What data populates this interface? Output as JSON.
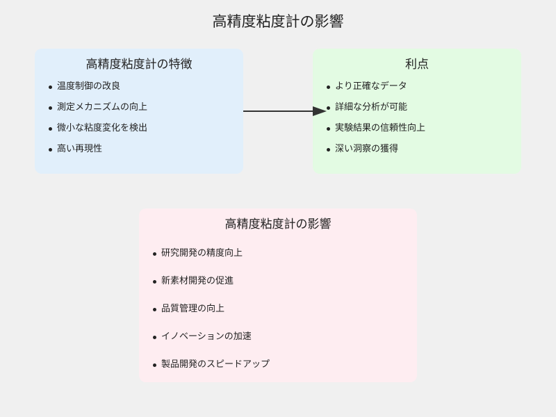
{
  "title": "高精度粘度計の影響",
  "features": {
    "title": "高精度粘度計の特徴",
    "items": [
      "温度制御の改良",
      "測定メカニズムの向上",
      "微小な粘度変化を検出",
      "高い再現性"
    ],
    "color": "#e1effb"
  },
  "benefits": {
    "title": "利点",
    "items": [
      "より正確なデータ",
      "詳細な分析が可能",
      "実験結果の信頼性向上",
      "深い洞察の獲得"
    ],
    "color": "#e3fbe3"
  },
  "impact": {
    "title": "高精度粘度計の影響",
    "items": [
      "研究開発の精度向上",
      "新素材開発の促進",
      "品質管理の向上",
      "イノベーションの加速",
      "製品開発のスピードアップ"
    ],
    "color": "#feedf1"
  },
  "arrow_color": "#333333"
}
